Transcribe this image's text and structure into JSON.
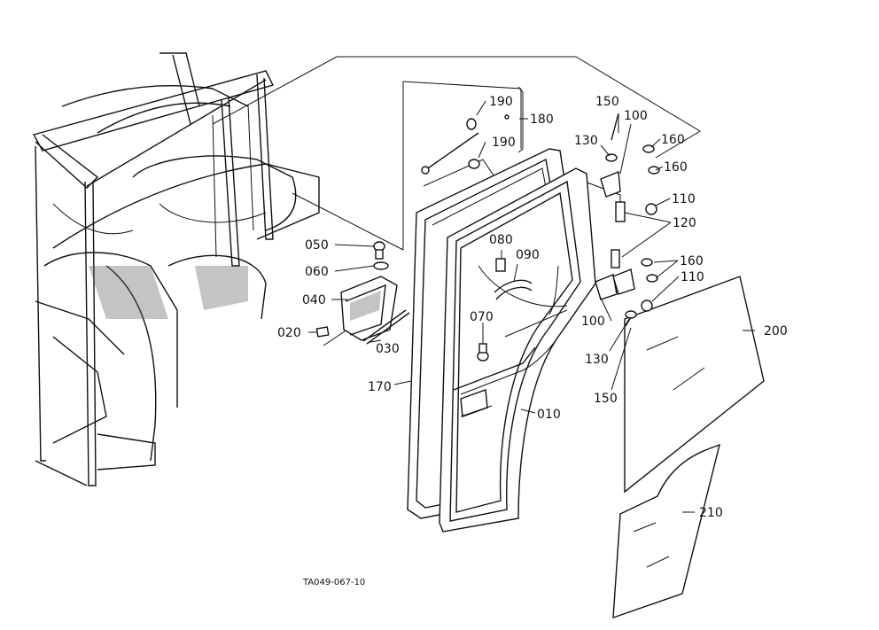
{
  "diagram": {
    "drawing_code": "TA049-067-10",
    "callouts": [
      {
        "id": "c190a",
        "label": "190"
      },
      {
        "id": "c180",
        "label": "180"
      },
      {
        "id": "c190b",
        "label": "190"
      },
      {
        "id": "c150a",
        "label": "150"
      },
      {
        "id": "c100a",
        "label": "100"
      },
      {
        "id": "c130a",
        "label": "130"
      },
      {
        "id": "c160a",
        "label": "160"
      },
      {
        "id": "c160b",
        "label": "160"
      },
      {
        "id": "c110a",
        "label": "110"
      },
      {
        "id": "c120",
        "label": "120"
      },
      {
        "id": "c050",
        "label": "050"
      },
      {
        "id": "c080",
        "label": "080"
      },
      {
        "id": "c090",
        "label": "090"
      },
      {
        "id": "c160c",
        "label": "160"
      },
      {
        "id": "c060",
        "label": "060"
      },
      {
        "id": "c110b",
        "label": "110"
      },
      {
        "id": "c040",
        "label": "040"
      },
      {
        "id": "c070",
        "label": "070"
      },
      {
        "id": "c100b",
        "label": "100"
      },
      {
        "id": "c200",
        "label": "200"
      },
      {
        "id": "c020",
        "label": "020"
      },
      {
        "id": "c030",
        "label": "030"
      },
      {
        "id": "c130b",
        "label": "130"
      },
      {
        "id": "c170",
        "label": "170"
      },
      {
        "id": "c150b",
        "label": "150"
      },
      {
        "id": "c010",
        "label": "010"
      },
      {
        "id": "c210",
        "label": "210"
      }
    ]
  }
}
